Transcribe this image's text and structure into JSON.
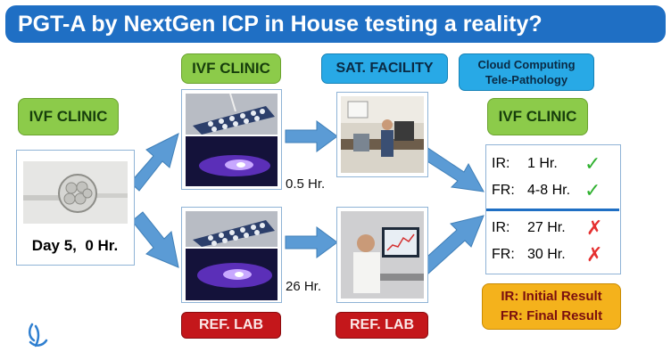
{
  "title": "PGT-A by NextGen ICP in House testing a reality?",
  "left": {
    "clinic_label": "IVF CLINIC",
    "day_label": "Day 5,  0 Hr."
  },
  "top_path": {
    "clinic_label": "IVF CLINIC",
    "facility_label": "SAT. FACILITY",
    "cloud_line1": "Cloud Computing",
    "cloud_line2": "Tele-Pathology",
    "time": "0.5 Hr."
  },
  "bottom_path": {
    "lab_label_1": "REF. LAB",
    "lab_label_2": "REF. LAB",
    "time": "26 Hr."
  },
  "right": {
    "clinic_label": "IVF CLINIC",
    "results": [
      {
        "key": "IR:",
        "value": "1 Hr.",
        "mark": "✓"
      },
      {
        "key": "FR:",
        "value": "4-8 Hr.",
        "mark": "✓"
      },
      {
        "key": "IR:",
        "value": "27 Hr.",
        "mark": "✗"
      },
      {
        "key": "FR:",
        "value": "30 Hr.",
        "mark": "✗"
      }
    ],
    "legend_line1": "IR: Initial Result",
    "legend_line2": "FR: Final Result"
  },
  "colors": {
    "title_bg": "#1f6fc4",
    "green": "#8ccb4a",
    "red": "#c4171b",
    "blue": "#28a9e6",
    "arrow": "#5b9bd5"
  }
}
